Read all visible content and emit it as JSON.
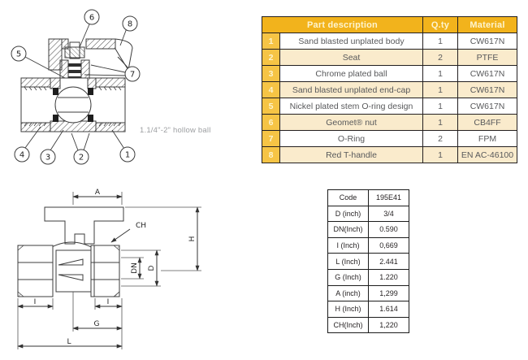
{
  "cross_section": {
    "caption": "1.1/4\"-2\" hollow ball",
    "callouts": [
      "1",
      "2",
      "3",
      "4",
      "5",
      "6",
      "7",
      "8"
    ]
  },
  "parts_table": {
    "headers": {
      "description": "Part description",
      "qty": "Q.ty",
      "material": "Material"
    },
    "rows": [
      {
        "num": "1",
        "description": "Sand blasted unplated body",
        "qty": "1",
        "material": "CW617N"
      },
      {
        "num": "2",
        "description": "Seat",
        "qty": "2",
        "material": "PTFE"
      },
      {
        "num": "3",
        "description": "Chrome plated ball",
        "qty": "1",
        "material": "CW617N"
      },
      {
        "num": "4",
        "description": "Sand blasted unplated end-cap",
        "qty": "1",
        "material": "CW617N"
      },
      {
        "num": "5",
        "description": "Nickel plated stem O-ring design",
        "qty": "1",
        "material": "CW617N"
      },
      {
        "num": "6",
        "description": "Geomet® nut",
        "qty": "1",
        "material": "CB4FF"
      },
      {
        "num": "7",
        "description": "O-Ring",
        "qty": "2",
        "material": "FPM"
      },
      {
        "num": "8",
        "description": "Red T-handle",
        "qty": "1",
        "material": "EN AC-46100"
      }
    ],
    "colors": {
      "header_bg": "#F2B31C",
      "number_bg": "#F6C445",
      "alt_row_bg": "#FAEBCC",
      "header_text": "#FDF4CF",
      "body_text": "#58595B",
      "border": "#231F20"
    }
  },
  "dimension_drawing": {
    "labels": {
      "A": "A",
      "CH": "CH",
      "H": "H",
      "D": "D",
      "DN": "DN",
      "I_left": "I",
      "I_right": "I",
      "G": "G",
      "L": "L"
    }
  },
  "dimension_table": {
    "rows": [
      {
        "label": "Code",
        "value": "195E41"
      },
      {
        "label": "D (inch)",
        "value": "3/4"
      },
      {
        "label": "DN(Inch)",
        "value": "0.590"
      },
      {
        "label": "I (Inch)",
        "value": "0,669"
      },
      {
        "label": "L (Inch)",
        "value": "2.441"
      },
      {
        "label": "G (Inch)",
        "value": "1.220"
      },
      {
        "label": "A (inch)",
        "value": "1,299"
      },
      {
        "label": "H (Inch)",
        "value": "1.614"
      },
      {
        "label": "CH(Inch)",
        "value": "1,220"
      }
    ]
  }
}
